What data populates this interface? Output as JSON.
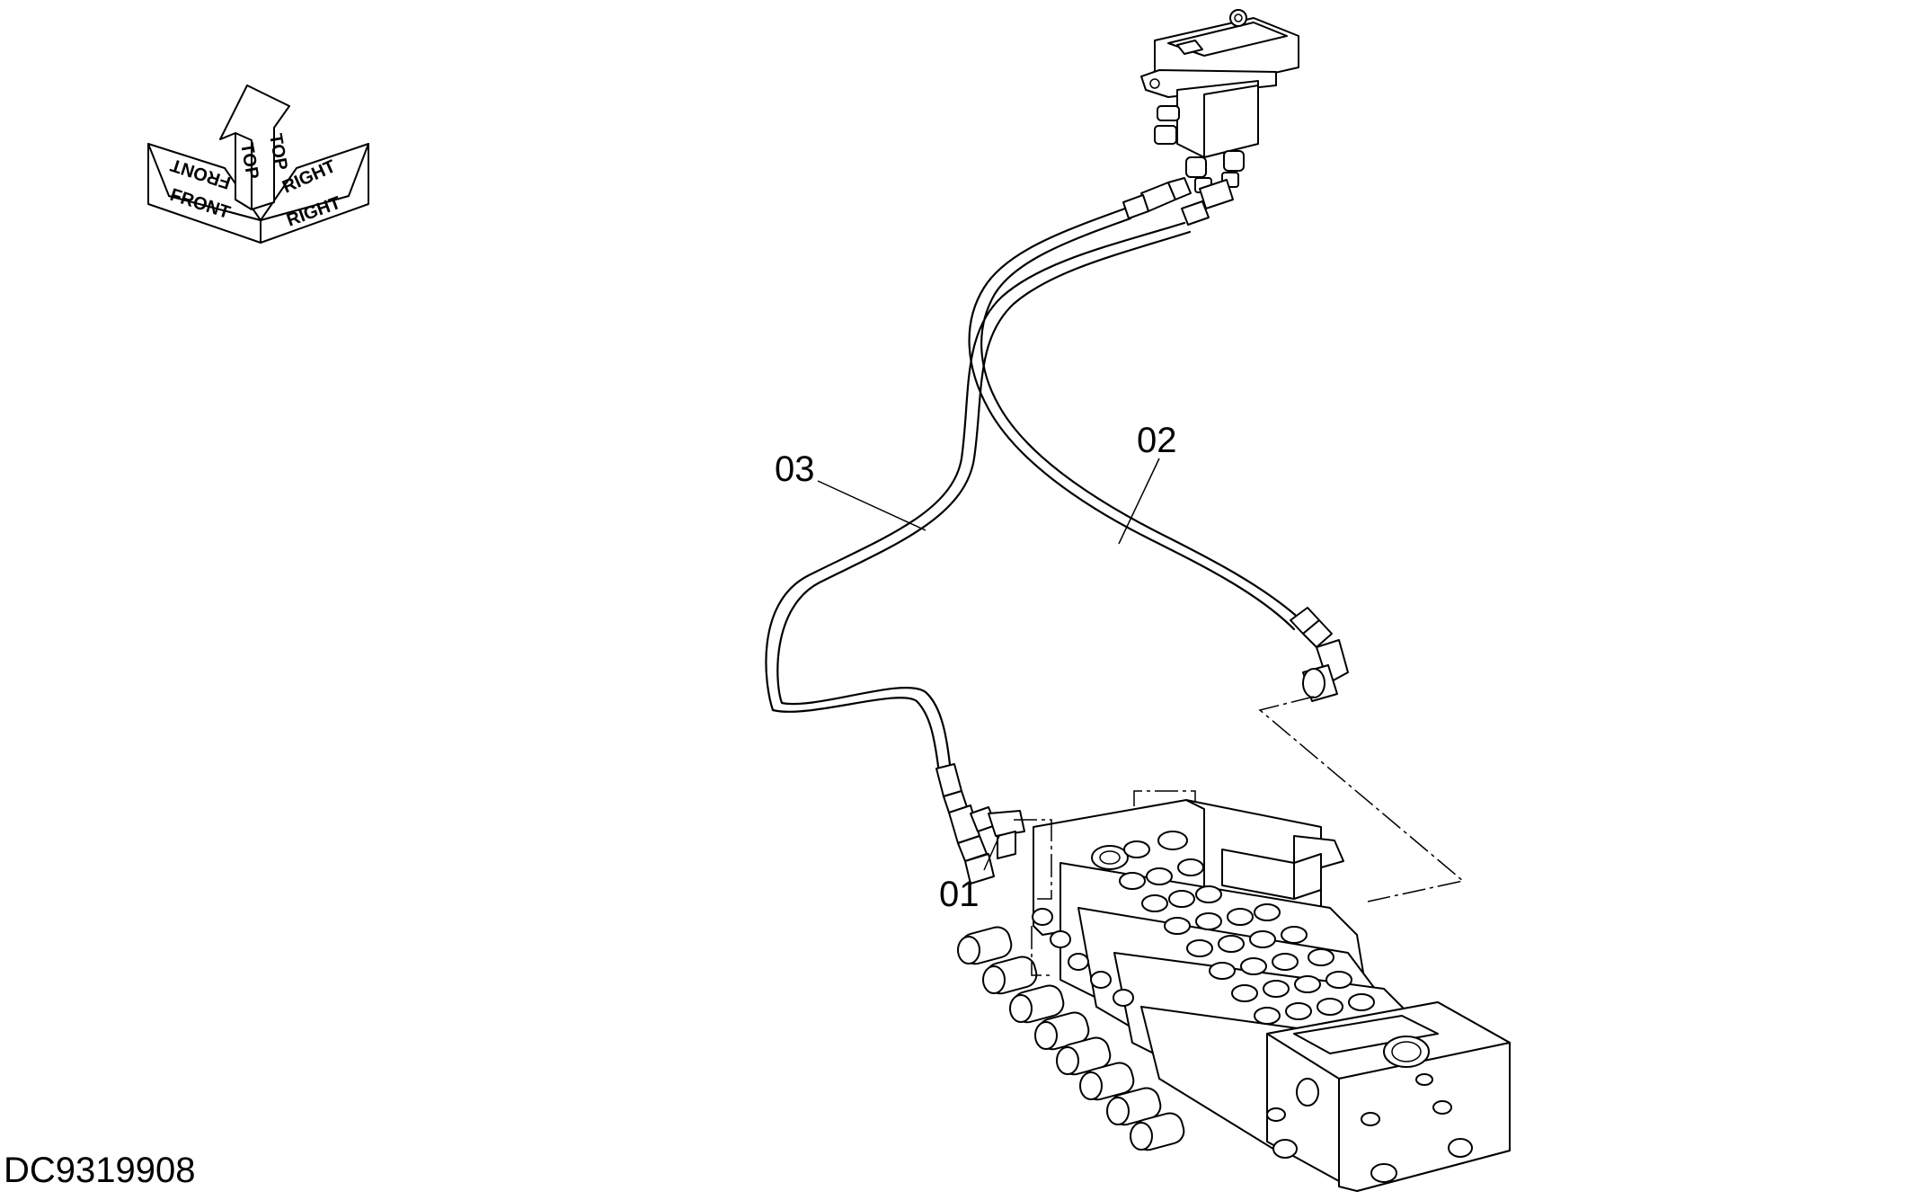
{
  "drawing_id": "DC9319908",
  "orientation": {
    "front": "FRONT",
    "top": "TOP",
    "right": "RIGHT"
  },
  "callouts": {
    "c01": "01",
    "c02": "02",
    "c03": "03"
  }
}
